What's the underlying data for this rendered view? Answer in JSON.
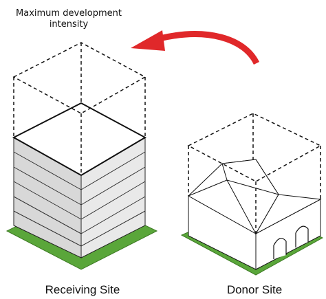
{
  "title_annotation": {
    "line1": "Maximum development",
    "line2": "intensity"
  },
  "labels": {
    "receiving": "Receiving Site",
    "donor": "Donor Site"
  },
  "colors": {
    "grass": "#5aa63a",
    "grass_dark": "#3d7a24",
    "arrow": "#e0282a",
    "building_left": "#d8d8d8",
    "building_right": "#e9e9e9",
    "building_top": "#ffffff",
    "house_wall": "#ffffff"
  }
}
